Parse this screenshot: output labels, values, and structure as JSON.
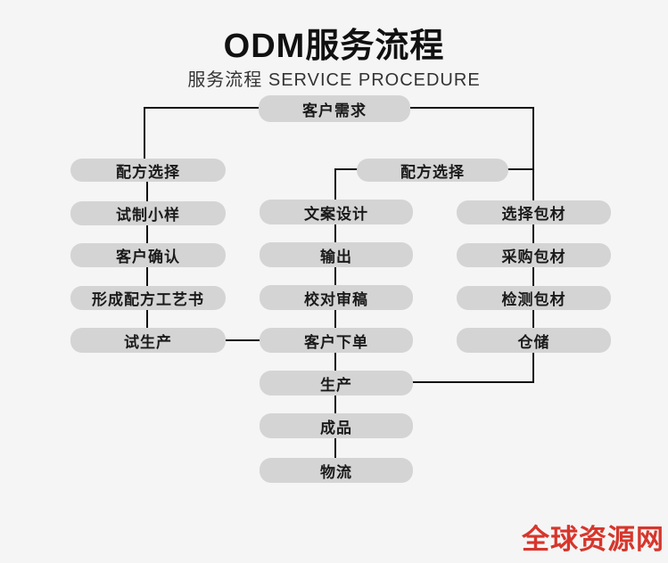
{
  "header": {
    "title": "ODM服务流程",
    "subtitle": "服务流程 SERVICE PROCEDURE"
  },
  "watermark": {
    "text": "全球资源网"
  },
  "colors": {
    "background": "#f5f5f5",
    "node_fill": "#d4d4d4",
    "node_text": "#1a1a1a",
    "connector_line": "#111111",
    "watermark_red": "#d6362c"
  },
  "diagram": {
    "type": "flowchart",
    "nodes": [
      {
        "id": "customer-demand",
        "label": "客户需求"
      },
      {
        "id": "formula-selection-left",
        "label": "配方选择"
      },
      {
        "id": "trial-sample",
        "label": "试制小样"
      },
      {
        "id": "customer-confirm",
        "label": "客户确认"
      },
      {
        "id": "formula-process-book",
        "label": "形成配方工艺书"
      },
      {
        "id": "trial-production",
        "label": "试生产"
      },
      {
        "id": "formula-selection-right",
        "label": "配方选择"
      },
      {
        "id": "copy-design",
        "label": "文案设计"
      },
      {
        "id": "output",
        "label": "输出"
      },
      {
        "id": "proofread",
        "label": "校对审稿"
      },
      {
        "id": "customer-order",
        "label": "客户下单"
      },
      {
        "id": "production",
        "label": "生产"
      },
      {
        "id": "finished-product",
        "label": "成品"
      },
      {
        "id": "logistics",
        "label": "物流"
      },
      {
        "id": "choose-packaging",
        "label": "选择包材"
      },
      {
        "id": "purchase-packaging",
        "label": "采购包材"
      },
      {
        "id": "inspect-packaging",
        "label": "检测包材"
      },
      {
        "id": "warehousing",
        "label": "仓储"
      }
    ],
    "edges": [
      {
        "from": "customer-demand",
        "to": "formula-selection-left"
      },
      {
        "from": "customer-demand",
        "to": "formula-selection-right"
      },
      {
        "from": "customer-demand",
        "to": "choose-packaging"
      },
      {
        "from": "formula-selection-left",
        "to": "trial-sample"
      },
      {
        "from": "trial-sample",
        "to": "customer-confirm"
      },
      {
        "from": "customer-confirm",
        "to": "formula-process-book"
      },
      {
        "from": "formula-process-book",
        "to": "trial-production"
      },
      {
        "from": "trial-production",
        "to": "customer-order"
      },
      {
        "from": "formula-selection-right",
        "to": "copy-design"
      },
      {
        "from": "copy-design",
        "to": "output"
      },
      {
        "from": "output",
        "to": "proofread"
      },
      {
        "from": "proofread",
        "to": "customer-order"
      },
      {
        "from": "customer-order",
        "to": "production"
      },
      {
        "from": "choose-packaging",
        "to": "purchase-packaging"
      },
      {
        "from": "purchase-packaging",
        "to": "inspect-packaging"
      },
      {
        "from": "inspect-packaging",
        "to": "warehousing"
      },
      {
        "from": "warehousing",
        "to": "production"
      },
      {
        "from": "production",
        "to": "finished-product"
      },
      {
        "from": "finished-product",
        "to": "logistics"
      }
    ]
  }
}
